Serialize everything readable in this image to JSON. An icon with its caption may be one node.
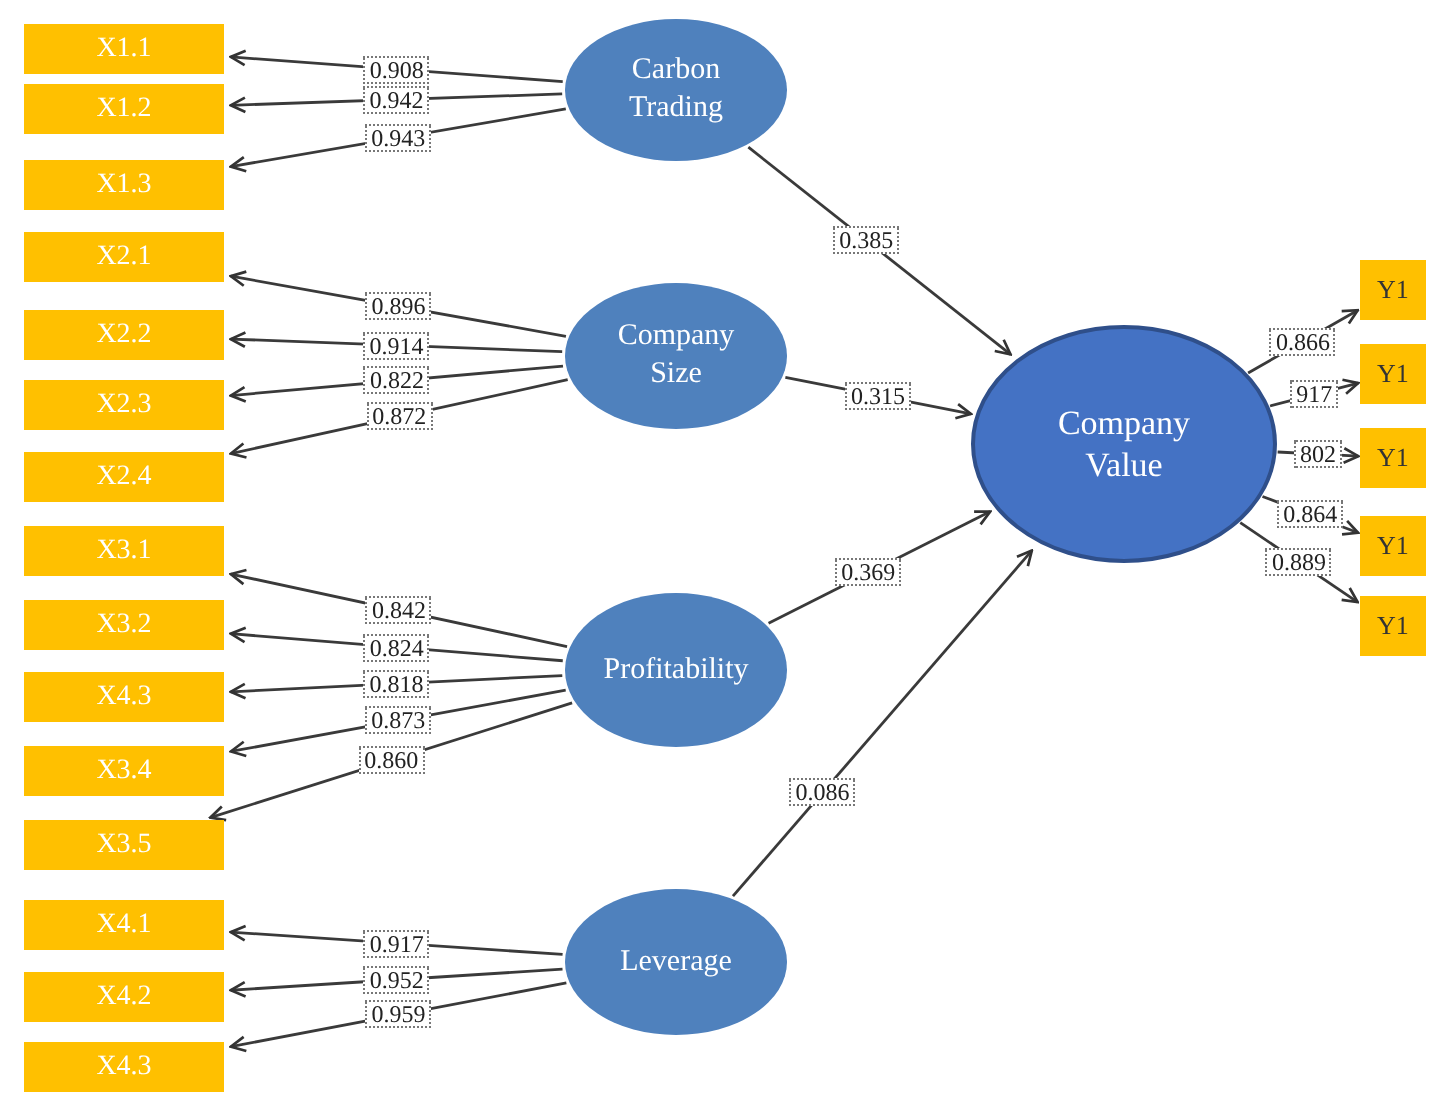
{
  "diagram": {
    "nodes": [
      {
        "text": [
          "X1.1"
        ]
      },
      {
        "text": [
          "X1.2"
        ]
      },
      {
        "text": [
          "X1.3"
        ]
      },
      {
        "text": [
          "X2.1"
        ]
      },
      {
        "text": [
          "X2.2"
        ]
      },
      {
        "text": [
          "X2.3"
        ]
      },
      {
        "text": [
          "X2.4"
        ]
      },
      {
        "text": [
          "X3.1"
        ]
      },
      {
        "text": [
          "X3.2"
        ]
      },
      {
        "text": [
          "X4.3"
        ]
      },
      {
        "text": [
          "X3.4"
        ]
      },
      {
        "text": [
          "X3.5"
        ]
      },
      {
        "text": [
          "X4.1"
        ]
      },
      {
        "text": [
          "X4.2"
        ]
      },
      {
        "text": [
          "X4.3"
        ]
      },
      {
        "text": [
          "Carbon Trading"
        ]
      },
      {
        "text": [
          "Company Size"
        ]
      },
      {
        "text": [
          "Profitability"
        ]
      },
      {
        "text": [
          "Leverage"
        ]
      },
      {
        "text": [
          "Company Value"
        ]
      },
      {
        "text": [
          "Y1"
        ]
      },
      {
        "text": [
          "Y1"
        ]
      },
      {
        "text": [
          "Y1"
        ]
      },
      {
        "text": [
          "Y1"
        ]
      },
      {
        "text": [
          "Y1"
        ]
      }
    ],
    "edges": [
      {
        "from": 15,
        "to": 0,
        "arrow": "to",
        "label": "0.908"
      },
      {
        "from": 15,
        "to": 1,
        "arrow": "to",
        "label": "0.942"
      },
      {
        "from": 15,
        "to": 2,
        "arrow": "to",
        "label": "0.943"
      },
      {
        "from": 16,
        "to": 3,
        "arrow": "to",
        "label": "0.896"
      },
      {
        "from": 16,
        "to": 4,
        "arrow": "to",
        "label": "0.914"
      },
      {
        "from": 16,
        "to": 5,
        "arrow": "to",
        "label": "0.822"
      },
      {
        "from": 16,
        "to": 6,
        "arrow": "to",
        "label": "0.872"
      },
      {
        "from": 17,
        "to": 7,
        "arrow": "to",
        "label": "0.842"
      },
      {
        "from": 17,
        "to": 8,
        "arrow": "to",
        "label": "0.824"
      },
      {
        "from": 17,
        "to": 9,
        "arrow": "to",
        "label": "0.818"
      },
      {
        "from": 17,
        "to": 10,
        "arrow": "to",
        "label": "0.873"
      },
      {
        "from": 17,
        "to": 11,
        "arrow": "to",
        "label": "0.860"
      },
      {
        "from": 18,
        "to": 12,
        "arrow": "to",
        "label": "0.917"
      },
      {
        "from": 18,
        "to": 13,
        "arrow": "to",
        "label": "0.952"
      },
      {
        "from": 18,
        "to": 14,
        "arrow": "to",
        "label": "0.959"
      },
      {
        "from": 15,
        "to": 19,
        "arrow": "to",
        "label": "0.385"
      },
      {
        "from": 16,
        "to": 19,
        "arrow": "to",
        "label": "0.315"
      },
      {
        "from": 17,
        "to": 19,
        "arrow": "to",
        "label": "0.369"
      },
      {
        "from": 18,
        "to": 19,
        "arrow": "to",
        "label": "0.086"
      },
      {
        "from": 19,
        "to": 20,
        "arrow": "to",
        "label": "0.866"
      },
      {
        "from": 19,
        "to": 21,
        "arrow": "to",
        "label": "917"
      },
      {
        "from": 19,
        "to": 22,
        "arrow": "to",
        "label": "802"
      },
      {
        "from": 19,
        "to": 23,
        "arrow": "to",
        "label": "0.864"
      },
      {
        "from": 19,
        "to": 24,
        "arrow": "to",
        "label": "0.889"
      }
    ]
  }
}
